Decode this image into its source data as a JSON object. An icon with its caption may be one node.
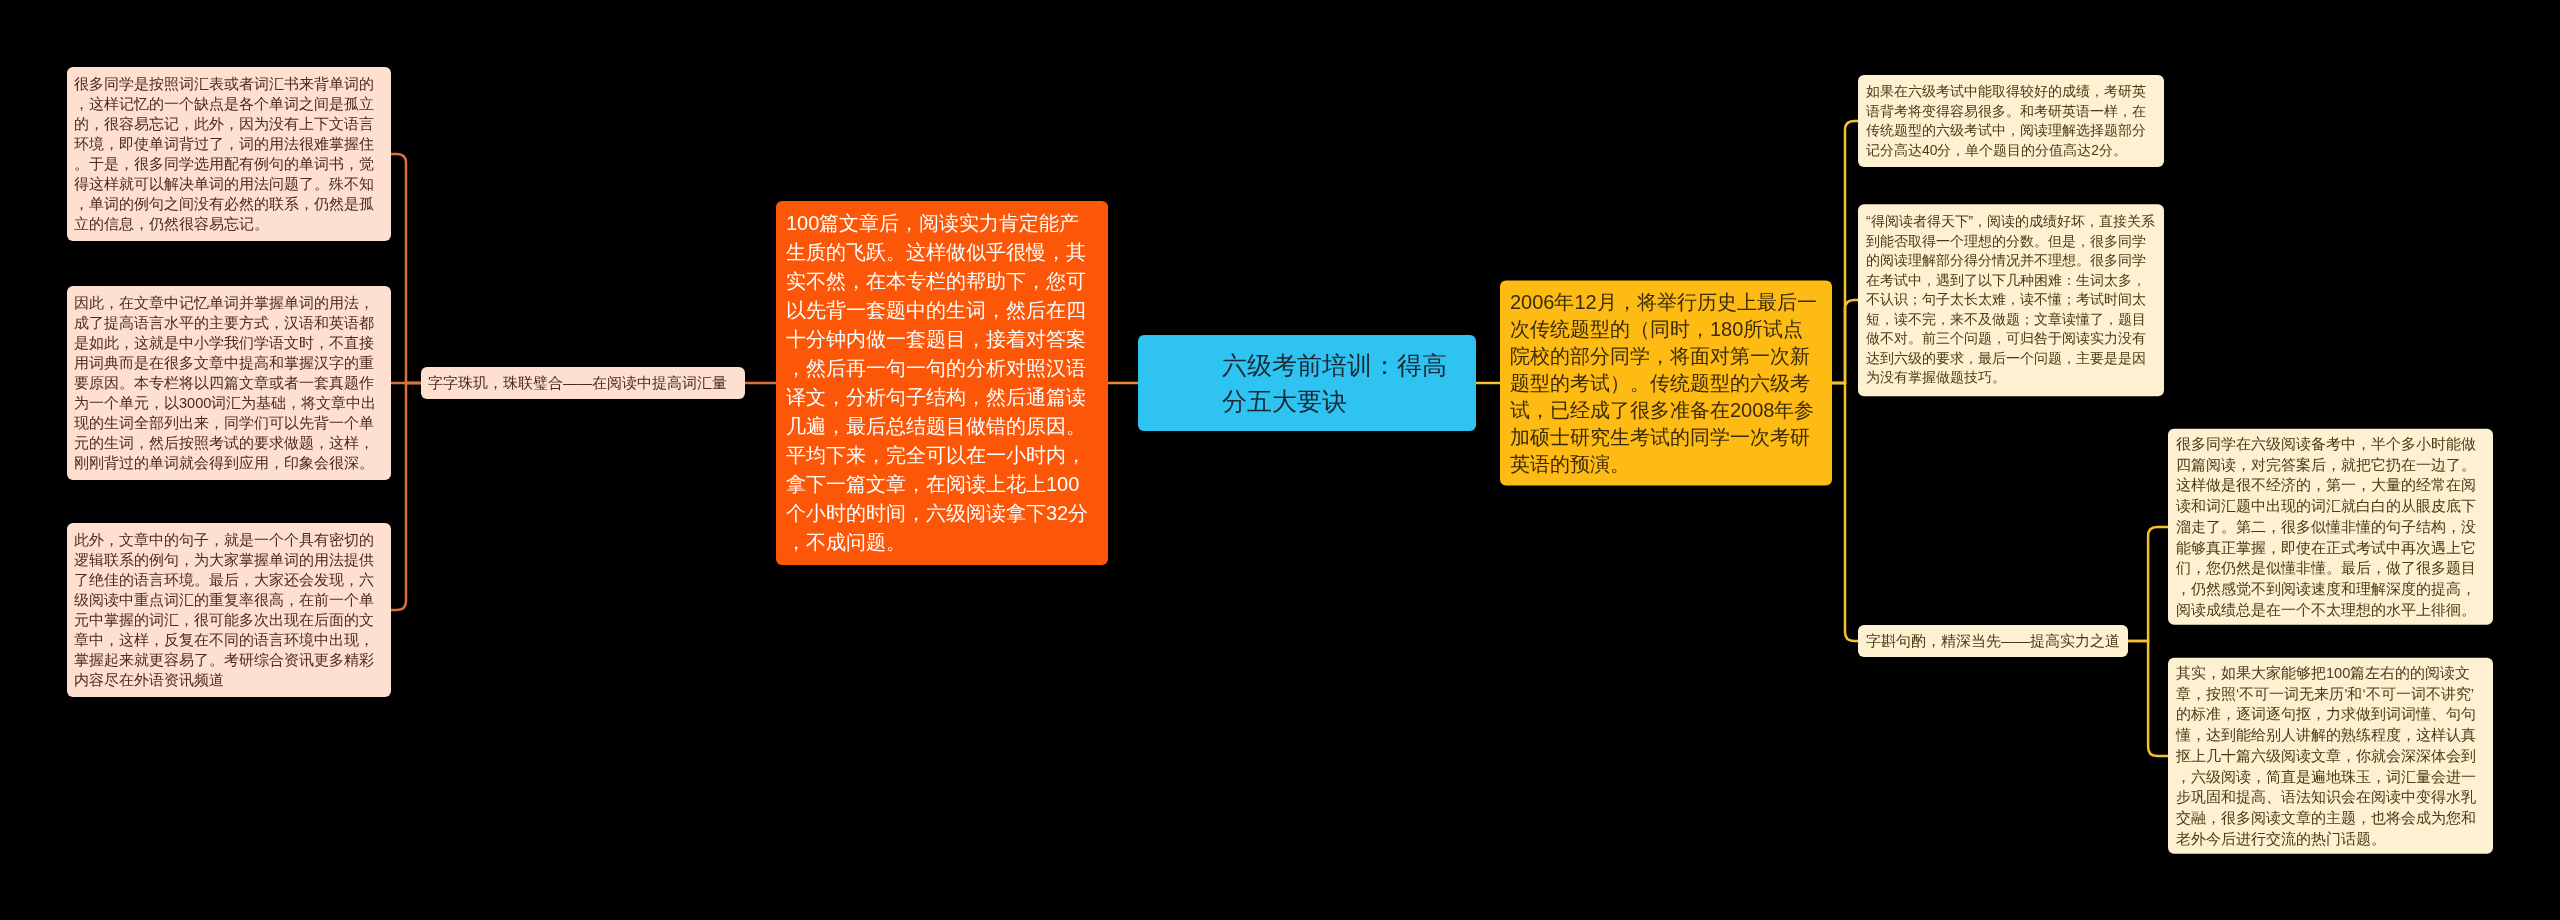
{
  "diagram": {
    "nodes": [
      {
        "text": [
          "六级考前培训：得高分五大要诀"
        ]
      },
      {
        "text": [
          "100篇文章后，阅读实力肯定能产生质的飞跃。这样做似乎很慢，其实不然，在本专栏的帮助下，您可以先背一套题中的生词，然后在四十分钟内做一套题目，接着对答案，然后再一句一句的分析对照汉语译文，分析句子结构，然后通篇读几遍，最后总结题目做错的原因。平均下来，完全可以在一小时内，拿下一篇文章，在阅读上花上100个小时的时间，六级阅读拿下32分，不成问题。"
        ]
      },
      {
        "text": [
          "字字珠玑，珠联璧合——在阅读中提高词汇量"
        ]
      },
      {
        "text": [
          "很多同学是按照词汇表或者词汇书来背单词的，这样记忆的一个缺点是各个单词之间是孤立的，很容易忘记，此外，因为没有上下文语言环境，即使单词背过了，词的用法很难掌握住。于是，很多同学选用配有例句的单词书，觉得这样就可以解决单词的用法问题了。殊不知，单词的例句之间没有必然的联系，仍然是孤立的信息，仍然很容易忘记。"
        ]
      },
      {
        "text": [
          "因此，在文章中记忆单词并掌握单词的用法，成了提高语言水平的主要方式，汉语和英语都是如此，这就是中小学我们学语文时，不直接用词典而是在很多文章中提高和掌握汉字的重要原因。本专栏将以四篇文章或者一套真题作为一个单元，以3000词汇为基础，将文章中出现的生词全部列出来，同学们可以先背一个单元的生词，然后按照考试的要求做题，这样，刚刚背过的单词就会得到应用，印象会很深。"
        ]
      },
      {
        "text": [
          "此外，文章中的句子，就是一个个具有密切的逻辑联系的例句，为大家掌握单词的用法提供了绝佳的语言环境。最后，大家还会发现，六级阅读中重点词汇的重复率很高，在前一个单元中掌握的词汇，很可能多次出现在后面的文章中，这样，反复在不同的语言环境中出现，掌握起来就更容易了。考研综合资讯更多精彩内容尽在外语资讯频道"
        ]
      },
      {
        "text": [
          "2006年12月，将举行历史上最后一次传统题型的（同时，180所试点院校的部分同学，将面对第一次新题型的考试）。传统题型的六级考试，已经成了很多准备在2008年参加硕士研究生考试的同学一次考研英语的预演。"
        ]
      },
      {
        "text": [
          "如果在六级考试中能取得较好的成绩，考研英语背考将变得容易很多。和考研英语一样，在传统题型的六级考试中，阅读理解选择题部分记分高达40分，单个题目的分值高达2分。"
        ]
      },
      {
        "text": [
          "“得阅读者得天下”，阅读的成绩好坏，直接关系到能否取得一个理想的分数。但是，很多同学的阅读理解部分得分情况并不理想。很多同学在考试中，遇到了以下几种困难：生词太多，不认识；句子太长太难，读不懂；考试时间太短，读不完，来不及做题；文章读懂了，题目做不对。前三个问题，可归咎于阅读实力没有达到六级的要求，最后一个问题，主要是是因为没有掌握做题技巧。"
        ]
      },
      {
        "text": [
          "字斟句酌，精深当先——提高实力之道"
        ]
      },
      {
        "text": [
          "很多同学在六级阅读备考中，半个多小时能做四篇阅读，对完答案后，就把它扔在一边了。这样做是很不经济的，第一，大量的经常在阅读和词汇题中出现的词汇就白白的从眼皮底下溜走了。第二，很多似懂非懂的句子结构，没能够真正掌握，即使在正式考试中再次遇上它们，您仍然是似懂非懂。最后，做了很多题目，仍然感觉不到阅读速度和理解深度的提高，阅读成绩总是在一个不太理想的水平上徘徊。"
        ]
      },
      {
        "text": [
          "其实，如果大家能够把100篇左右的的阅读文章，按照‘不可一词无来历’和‘不可一词不讲究’的标准，逐词逐句抠，力求做到词词懂、句句懂，达到能给别人讲解的熟练程度，这样认真抠上几十篇六级阅读文章，你就会深深体会到，六级阅读，简直是遍地珠玉，词汇量会进一步巩固和提高、语法知识会在阅读中变得水乳交融，很多阅读文章的主题，也将会成为您和老外今后进行交流的热门话题。"
        ]
      }
    ],
    "edges": [
      {
        "from": 0,
        "to": 1,
        "arrow": "none",
        "color": "#f0863c"
      },
      {
        "from": 1,
        "to": 2,
        "arrow": "none",
        "color": "#d8733f"
      },
      {
        "from": 2,
        "to": 3,
        "arrow": "none",
        "color": "#d8733f"
      },
      {
        "from": 2,
        "to": 4,
        "arrow": "none",
        "color": "#d8733f"
      },
      {
        "from": 2,
        "to": 5,
        "arrow": "none",
        "color": "#d8733f"
      },
      {
        "from": 0,
        "to": 6,
        "arrow": "none"
      },
      {
        "from": 6,
        "to": 7,
        "arrow": "none"
      },
      {
        "from": 6,
        "to": 8,
        "arrow": "none"
      },
      {
        "from": 6,
        "to": 9,
        "arrow": "none"
      },
      {
        "from": 9,
        "to": 10,
        "arrow": "none"
      },
      {
        "from": 9,
        "to": 11,
        "arrow": "none"
      }
    ]
  }
}
